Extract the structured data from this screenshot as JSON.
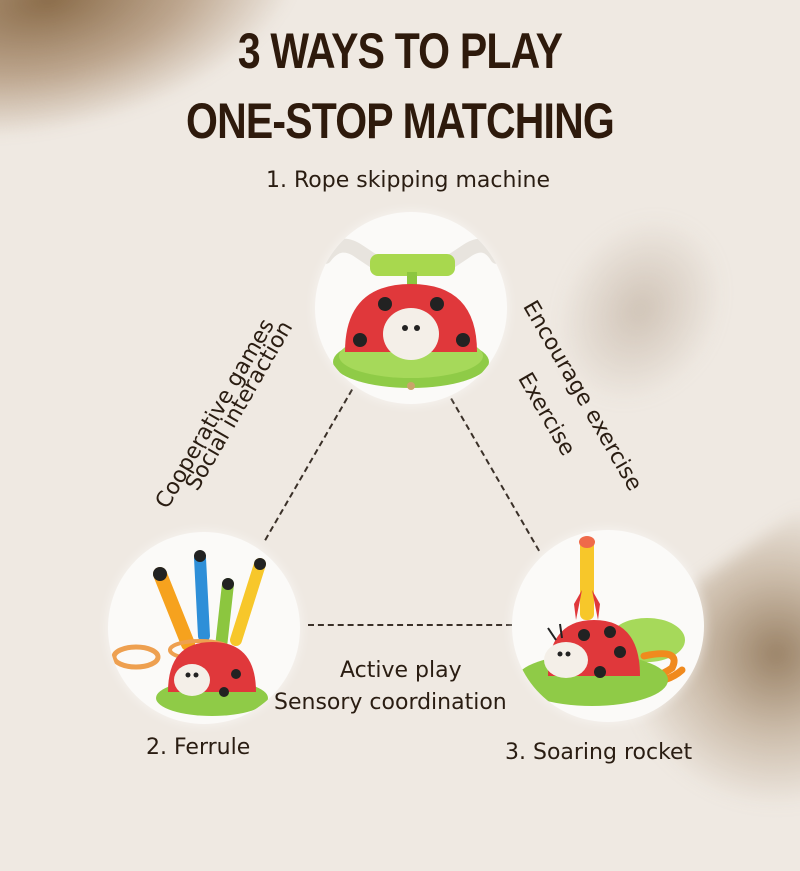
{
  "title": {
    "line1": "3 WAYS TO PLAY",
    "line2": "ONE-STOP MATCHING"
  },
  "modes": [
    {
      "label": "1. Rope skipping machine",
      "image": "ladybug-rope-skipping-machine"
    },
    {
      "label": "2. Ferrule",
      "image": "ladybug-ring-toss-ferrule"
    },
    {
      "label": "3. Soaring rocket",
      "image": "ladybug-rocket-launcher"
    }
  ],
  "benefits": {
    "left": {
      "line1": "Cooperative games",
      "line2": "Social interaction"
    },
    "right": {
      "line1": "Encourage exercise",
      "line2": "Exercise"
    },
    "bottom": {
      "line1": "Active play",
      "line2": "Sensory coordination"
    }
  },
  "colors": {
    "background": "#efe9e2",
    "title": "#2e1a0c",
    "text": "#2a1d12",
    "ladybug_red": "#e23a3a",
    "base_green": "#9acd4a",
    "accent_orange": "#f08a1e"
  }
}
